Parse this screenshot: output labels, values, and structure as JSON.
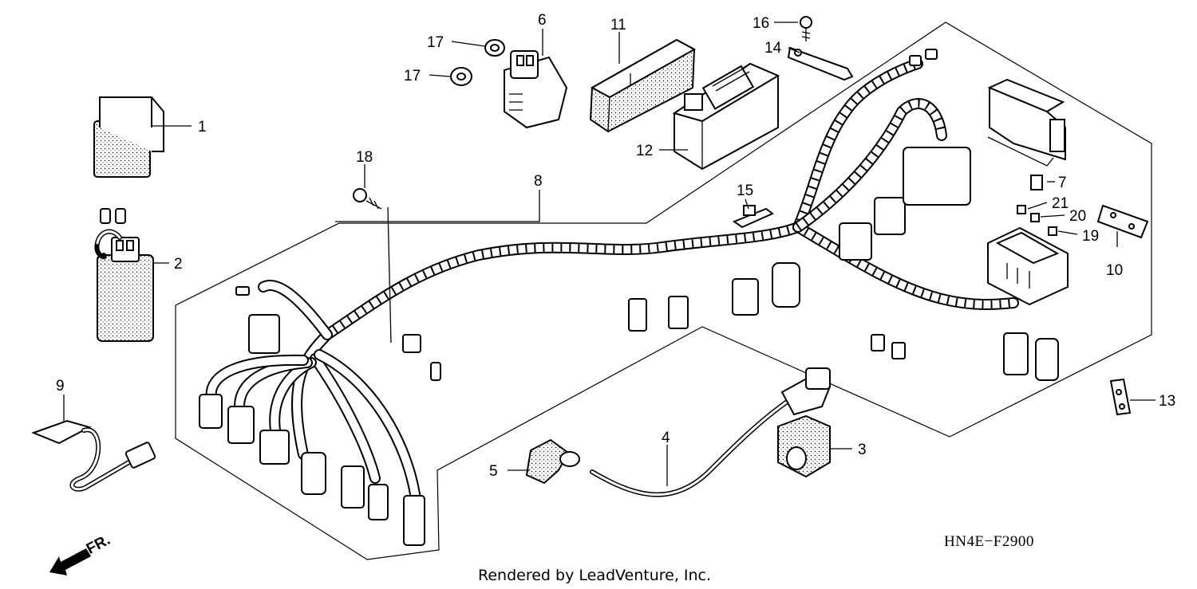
{
  "callouts": [
    "1",
    "2",
    "3",
    "4",
    "5",
    "6",
    "7",
    "8",
    "9",
    "10",
    "11",
    "12",
    "13",
    "14",
    "15",
    "16",
    "17",
    "17",
    "18",
    "19",
    "20",
    "21"
  ],
  "diagram_code": "HN4E−F2900",
  "direction_label": "FR.",
  "credit": "Rendered by LeadVenture, Inc."
}
